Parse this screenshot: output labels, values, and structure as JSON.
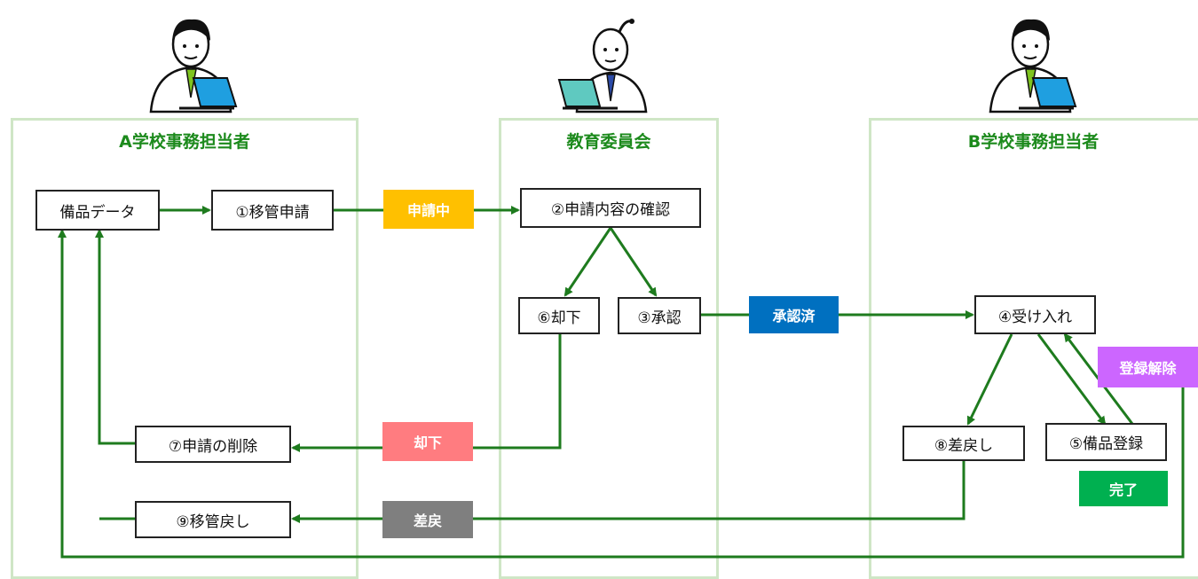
{
  "lanes": {
    "a": {
      "title": "A学校事務担当者"
    },
    "board": {
      "title": "教育委員会"
    },
    "b": {
      "title": "B学校事務担当者"
    }
  },
  "steps": {
    "equipment_data": "備品データ",
    "s1": "①移管申請",
    "s2": "②申請内容の確認",
    "s3": "③承認",
    "s4": "④受け入れ",
    "s5": "⑤備品登録",
    "s6": "⑥却下",
    "s7": "⑦申請の削除",
    "s8": "⑧差戻し",
    "s9": "⑨移管戻し"
  },
  "statuses": {
    "applying": {
      "label": "申請中",
      "color": "#ffc000"
    },
    "approved": {
      "label": "承認済",
      "color": "#0070c0"
    },
    "rejected": {
      "label": "却下",
      "color": "#ff7c80"
    },
    "returned": {
      "label": "差戻",
      "color": "#7f7f7f"
    },
    "unregister": {
      "label": "登録解除",
      "color": "#cc66ff"
    },
    "complete": {
      "label": "完了",
      "color": "#00b050"
    }
  },
  "colors": {
    "arrow": "#1e7b1e",
    "lane_border": "#cfe6c6",
    "lane_title": "#1c8a1c"
  },
  "icons": [
    "office-worker-laptop-icon",
    "board-official-laptop-icon",
    "office-worker-laptop-icon"
  ]
}
